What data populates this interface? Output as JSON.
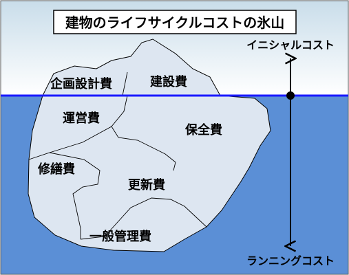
{
  "title": "建物のライフサイクルコストの氷山",
  "labels": {
    "initial_cost": "イニシャルコスト",
    "running_cost": "ランニングコスト"
  },
  "regions": {
    "planning_design": "企画設計費",
    "construction": "建設費",
    "operation": "運営費",
    "maintenance": "保全費",
    "repair": "修繕費",
    "renewal": "更新費",
    "general_management": "一般管理費"
  },
  "colors": {
    "sky_top": "#c9ddea",
    "sky_bottom": "#ffffff",
    "water": "#5b8fd6",
    "waterline": "#1a1aff",
    "ice": "#dde6f1",
    "outline": "#000000"
  }
}
